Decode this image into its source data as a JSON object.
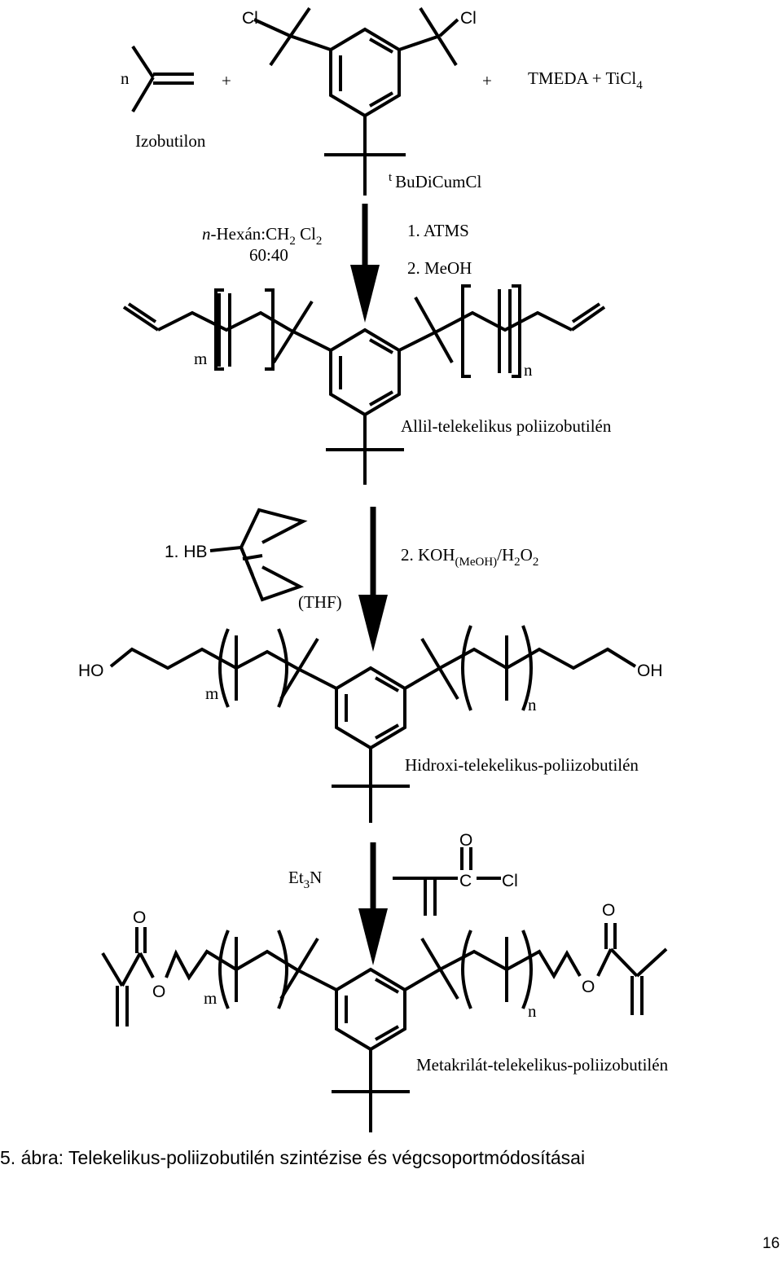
{
  "step1": {
    "monomer_n": "n",
    "plus1": "+",
    "plus2": "+",
    "cl_left": "Cl",
    "cl_right": "Cl",
    "catalyst": "TMEDA + TiCl",
    "catalyst_sub": "4",
    "monomer_name": "Izobutilon",
    "initiator_sup": "t",
    "initiator_name": "BuDiCumCl",
    "solvent_italic": "n",
    "solvent_a": "-Hexán:CH",
    "solvent_sub1": "2",
    "solvent_b": " Cl",
    "solvent_sub2": "2",
    "ratio": "60:40",
    "reagent1": "1. ATMS",
    "reagent2": "2. MeOH"
  },
  "product1": {
    "m": "m",
    "n": "n",
    "name": "Allil-telekelikus poliizobutilén"
  },
  "step2": {
    "hb_prefix": "1. HB",
    "solvent": "(THF)",
    "reagent_a": "2. KOH",
    "reagent_sub1": "(MeOH)",
    "reagent_b": "/H",
    "reagent_sub2": "2",
    "reagent_c": "O",
    "reagent_sub3": "2"
  },
  "product2": {
    "ho": "HO",
    "oh": "OH",
    "m": "m",
    "n": "n",
    "name": "Hidroxi-telekelikus-poliizobutilén"
  },
  "step3": {
    "base": "Et",
    "base_sub": "3",
    "base_n": "N",
    "acyl_o": "O",
    "acyl_c": "C",
    "acyl_cl": "Cl"
  },
  "product3": {
    "o_left_top": "O",
    "o_left_ester": "O",
    "o_right_top": "O",
    "o_right_ester": "O",
    "m": "m",
    "n": "n",
    "name": "Metakrilát-telekelikus-poliizobutilén"
  },
  "caption": "5. ábra: Telekelikus-poliizobutilén szintézise és végcsoportmódosításai",
  "page_number": "16"
}
